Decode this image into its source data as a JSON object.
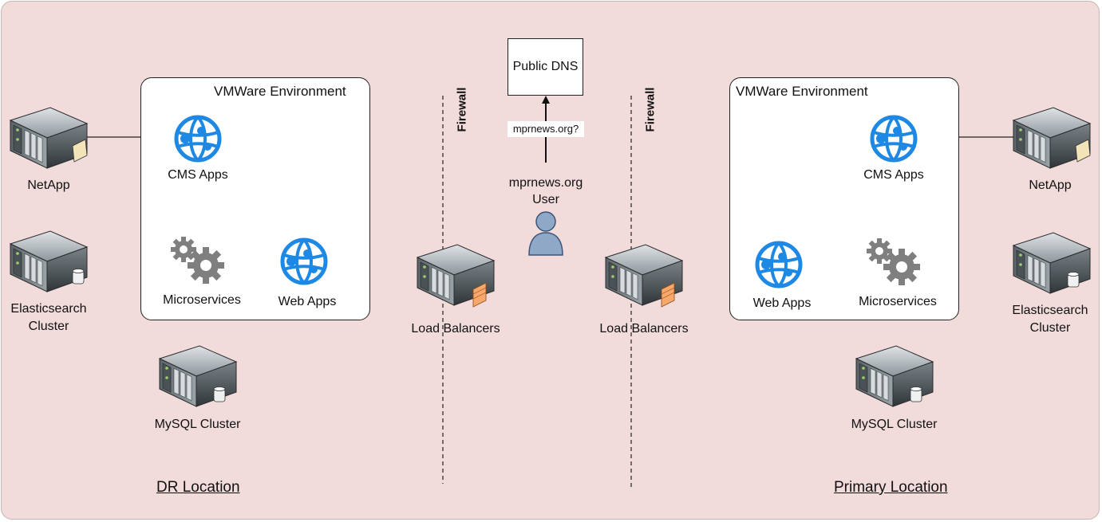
{
  "dr": {
    "location_label": "DR Location",
    "vmware_title": "VMWare Environment",
    "netapp": "NetApp",
    "elasticsearch": "Elasticsearch\nCluster",
    "elasticsearch_l1": "Elasticsearch",
    "elasticsearch_l2": "Cluster",
    "mysql": "MySQL Cluster",
    "cms": "CMS Apps",
    "micro": "Microservices",
    "web": "Web Apps",
    "lb": "Load Balancers"
  },
  "primary": {
    "location_label": "Primary Location",
    "vmware_title": "VMWare Environment",
    "netapp": "NetApp",
    "elasticsearch_l1": "Elasticsearch",
    "elasticsearch_l2": "Cluster",
    "mysql": "MySQL Cluster",
    "cms": "CMS Apps",
    "micro": "Microservices",
    "web": "Web Apps",
    "lb": "Load Balancers"
  },
  "center": {
    "dns": "Public DNS",
    "query": "mprnews.org?",
    "user_l1": "mprnews.org",
    "user_l2": "User",
    "firewall_left": "Firewall",
    "firewall_right": "Firewall"
  },
  "colors": {
    "background": "#f2dcdb",
    "azure_blue": "#1e88e5",
    "gear_gray": "#7f7f7f",
    "user_blue": "#8fa8c8"
  }
}
